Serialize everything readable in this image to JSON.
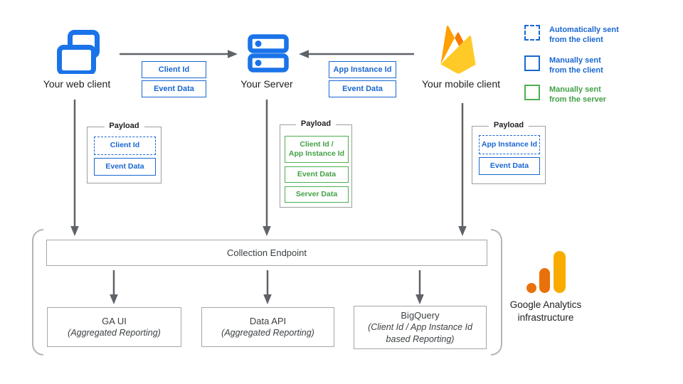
{
  "colors": {
    "blue": "#1967d2",
    "green": "#43a047",
    "box_border_gray": "#a6a6a6",
    "arrow_gray": "#5f6368",
    "firebase_yellow": "#FFCA28",
    "firebase_orange": "#FFA000",
    "ga_logo_orange": "#e8710a",
    "ga_logo_amber": "#f9ab00"
  },
  "nodes": {
    "web_client": {
      "label": "Your web client",
      "icon": "overlapping-windows-icon"
    },
    "server": {
      "label": "Your Server",
      "icon": "server-stack-icon"
    },
    "mobile_client": {
      "label": "Your mobile client",
      "icon": "firebase-icon"
    }
  },
  "flows": {
    "web_to_server": {
      "tags": [
        "Client Id",
        "Event Data"
      ]
    },
    "mobile_to_server": {
      "tags": [
        "App Instance Id",
        "Event Data"
      ]
    }
  },
  "legend": {
    "items": [
      {
        "swatch": "dashed-blue",
        "label": "Automatically sent\nfrom the client"
      },
      {
        "swatch": "solid-blue",
        "label": "Manually sent\nfrom the client"
      },
      {
        "swatch": "solid-green",
        "label": "Manually sent\nfrom the server"
      }
    ]
  },
  "payloads": {
    "web": {
      "title": "Payload",
      "fields": [
        {
          "label": "Client Id",
          "style": "dashed-blue"
        },
        {
          "label": "Event Data",
          "style": "solid-blue"
        }
      ]
    },
    "server": {
      "title": "Payload",
      "fields": [
        {
          "label": "Client Id /\nApp Instance Id",
          "style": "solid-green"
        },
        {
          "label": "Event Data",
          "style": "solid-green"
        },
        {
          "label": "Server Data",
          "style": "solid-green"
        }
      ]
    },
    "mobile": {
      "title": "Payload",
      "fields": [
        {
          "label": "App Instance Id",
          "style": "dashed-blue"
        },
        {
          "label": "Event Data",
          "style": "solid-blue"
        }
      ]
    }
  },
  "infrastructure": {
    "endpoint_label": "Collection Endpoint",
    "outputs": [
      {
        "name": "GA UI",
        "detail": "(Aggregated Reporting)"
      },
      {
        "name": "Data API",
        "detail": "(Aggregated Reporting)"
      },
      {
        "name": "BigQuery",
        "detail": "(Client Id / App Instance Id based Reporting)"
      }
    ],
    "caption": "Google Analytics\ninfrastructure"
  }
}
